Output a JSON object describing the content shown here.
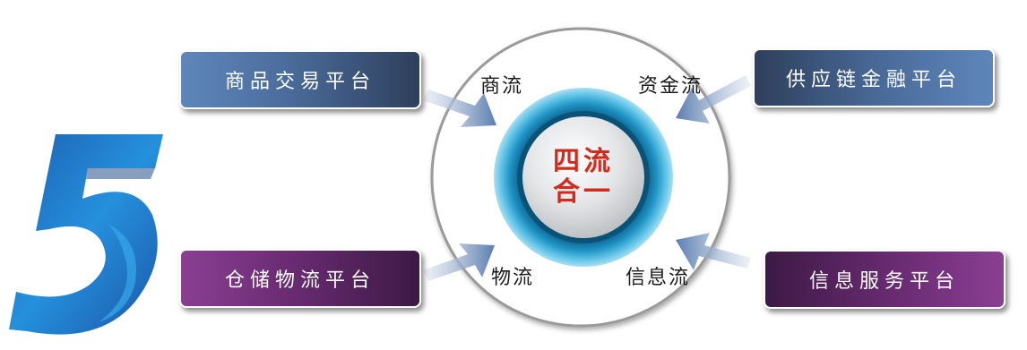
{
  "platforms": {
    "top_left": "商品交易平台",
    "top_right": "供应链金融平台",
    "bottom_left": "仓储物流平台",
    "bottom_right": "信息服务平台"
  },
  "flows": {
    "commerce": "商流",
    "capital": "资金流",
    "logistics": "物流",
    "information": "信息流"
  },
  "center": {
    "line1": "四流",
    "line2": "合一"
  },
  "big_number": "5",
  "colors": {
    "blue_box": "#4a6c9b",
    "purple_box": "#6a2b72",
    "center_text": "#d42a1e",
    "numeral_blue": "#1f6fc0"
  }
}
